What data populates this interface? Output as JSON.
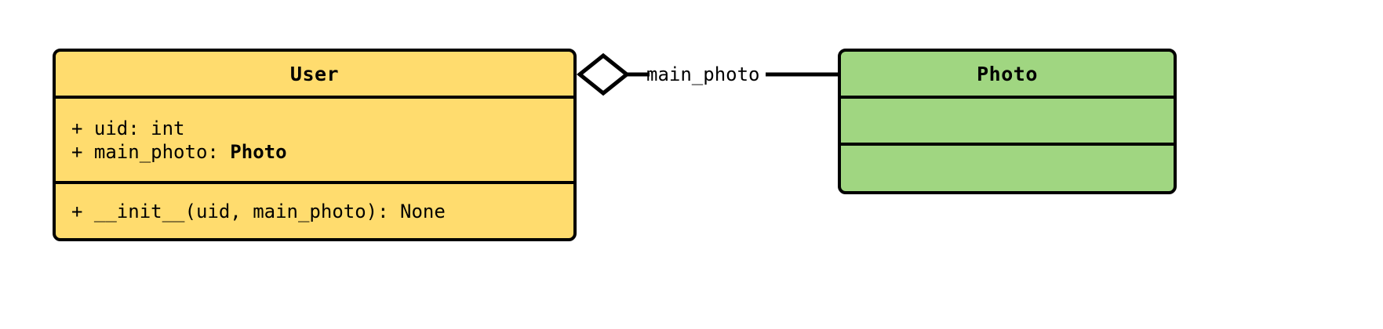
{
  "diagram": {
    "type": "uml-class-diagram",
    "background_color": "#ffffff",
    "classes": [
      {
        "id": "user",
        "name": "User",
        "fill_color": "#FFDC6E",
        "border_color": "#000000",
        "attributes": [
          {
            "visibility": "+",
            "text": "+ uid: int",
            "name": "uid",
            "type": "int",
            "type_is_bold": false
          },
          {
            "visibility": "+",
            "text_prefix": "+ main_photo: ",
            "name": "main_photo",
            "type": "Photo",
            "type_is_bold": true
          }
        ],
        "methods": [
          {
            "visibility": "+",
            "text": "+ __init__(uid, main_photo): None",
            "name": "__init__",
            "params": "uid, main_photo",
            "returns": "None"
          }
        ]
      },
      {
        "id": "photo",
        "name": "Photo",
        "fill_color": "#A0D681",
        "border_color": "#000000",
        "attributes": [],
        "methods": []
      }
    ],
    "relationships": [
      {
        "id": "user-main-photo",
        "kind": "aggregation",
        "source": "User",
        "target": "Photo",
        "label": "main_photo",
        "diamond_filled": false,
        "diamond_fill_color": "#ffffff",
        "line_color": "#000000"
      }
    ]
  }
}
